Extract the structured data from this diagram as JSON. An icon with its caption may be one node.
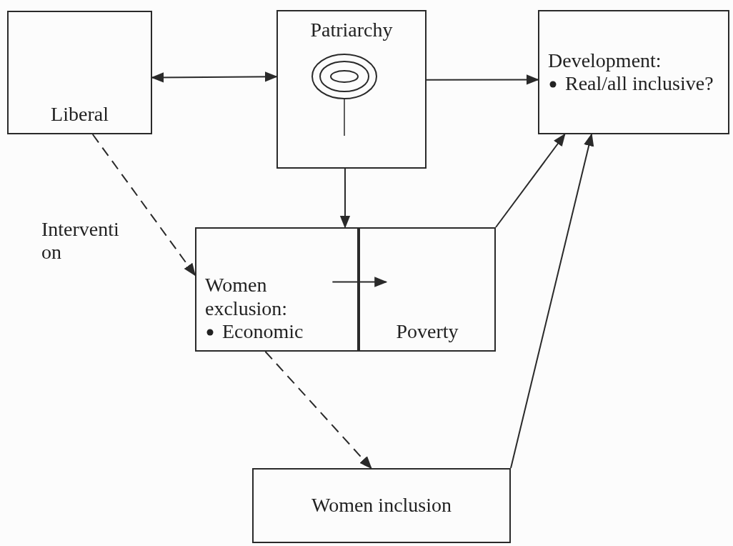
{
  "diagram": {
    "nodes": [
      {
        "text": [
          "Liberal"
        ]
      },
      {
        "text": [
          "Patriarchy"
        ]
      },
      {
        "text": [
          "Development:",
          "Real/all inclusive?"
        ]
      },
      {
        "text": [
          "Women exclusion:",
          "Economic"
        ]
      },
      {
        "text": [
          "Poverty"
        ]
      },
      {
        "text": [
          "Women inclusion"
        ]
      }
    ],
    "edges": [
      {
        "from": 0,
        "to": 1,
        "arrow": "both"
      },
      {
        "from": 1,
        "to": 2,
        "arrow": "to"
      },
      {
        "from": 1,
        "to": 3,
        "arrow": "to"
      },
      {
        "from": 3,
        "to": 4,
        "arrow": "to"
      },
      {
        "from": 4,
        "to": 2,
        "arrow": "to"
      },
      {
        "from": 5,
        "to": 2,
        "arrow": "to"
      },
      {
        "from": 0,
        "to": 3,
        "arrow": "to",
        "style": "dashed",
        "label": "Intervention"
      },
      {
        "from": 3,
        "to": 5,
        "arrow": "to",
        "style": "dashed"
      }
    ]
  }
}
